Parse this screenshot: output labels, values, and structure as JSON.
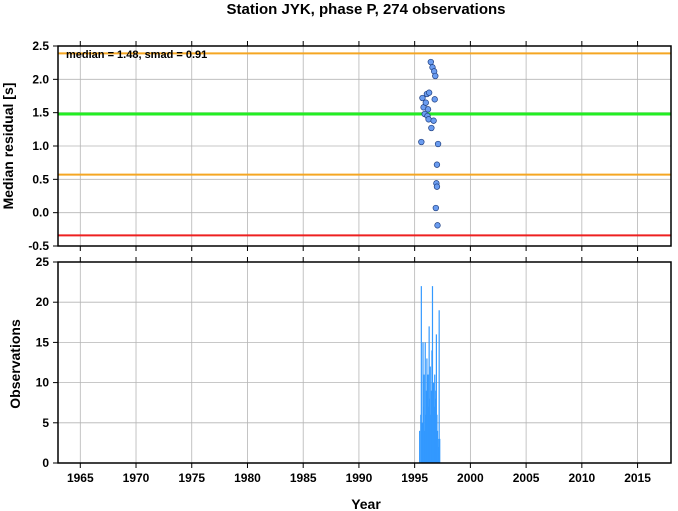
{
  "chart_data": {
    "title": "Station JYK, phase P, 274 observations",
    "xlabel": "Year",
    "xlim": [
      1963.0,
      2018.0
    ],
    "xticks": [
      "1965",
      "1970",
      "1975",
      "1980",
      "1985",
      "1990",
      "1995",
      "2000",
      "2005",
      "2010",
      "2015"
    ],
    "grid": true,
    "panels": [
      {
        "type": "scatter",
        "ylabel": "Median residual [s]",
        "ylim": [
          -0.5,
          2.5
        ],
        "yticks": [
          "-0.5",
          "0.0",
          "0.5",
          "1.0",
          "1.5",
          "2.0",
          "2.5"
        ],
        "annotation": "median = 1.48, smad = 0.91",
        "reference_lines": [
          {
            "y": 2.39,
            "color": "#f5a623"
          },
          {
            "y": 1.48,
            "color": "#22ee22"
          },
          {
            "y": 0.57,
            "color": "#f5a623"
          },
          {
            "y": -0.34,
            "color": "#ee2020"
          }
        ],
        "point_color": "#6a9cf0",
        "points": [
          {
            "x": 1995.7,
            "y": 1.72
          },
          {
            "x": 1995.8,
            "y": 1.58
          },
          {
            "x": 1995.9,
            "y": 1.48
          },
          {
            "x": 1996.0,
            "y": 1.65
          },
          {
            "x": 1996.1,
            "y": 1.78
          },
          {
            "x": 1996.15,
            "y": 1.45
          },
          {
            "x": 1996.2,
            "y": 1.55
          },
          {
            "x": 1996.25,
            "y": 1.4
          },
          {
            "x": 1996.3,
            "y": 1.8
          },
          {
            "x": 1995.6,
            "y": 1.06
          },
          {
            "x": 1996.45,
            "y": 2.26
          },
          {
            "x": 1996.6,
            "y": 2.18
          },
          {
            "x": 1996.75,
            "y": 2.12
          },
          {
            "x": 1996.85,
            "y": 2.05
          },
          {
            "x": 1996.5,
            "y": 1.27
          },
          {
            "x": 1996.7,
            "y": 1.38
          },
          {
            "x": 1996.8,
            "y": 1.7
          },
          {
            "x": 1997.1,
            "y": 1.03
          },
          {
            "x": 1997.0,
            "y": 0.72
          },
          {
            "x": 1996.95,
            "y": 0.44
          },
          {
            "x": 1997.0,
            "y": 0.39
          },
          {
            "x": 1996.9,
            "y": 0.07
          },
          {
            "x": 1997.05,
            "y": -0.19
          }
        ]
      },
      {
        "type": "bar",
        "ylabel": "Observations",
        "ylim": [
          0,
          25
        ],
        "yticks": [
          "0",
          "5",
          "10",
          "15",
          "20",
          "25"
        ],
        "bar_color": "#3399ff",
        "bars": [
          {
            "x": 1995.45,
            "y": 4
          },
          {
            "x": 1995.55,
            "y": 6
          },
          {
            "x": 1995.6,
            "y": 22
          },
          {
            "x": 1995.65,
            "y": 5
          },
          {
            "x": 1995.7,
            "y": 3
          },
          {
            "x": 1995.75,
            "y": 15
          },
          {
            "x": 1995.8,
            "y": 7
          },
          {
            "x": 1995.85,
            "y": 11
          },
          {
            "x": 1995.9,
            "y": 4
          },
          {
            "x": 1995.95,
            "y": 15
          },
          {
            "x": 1996.0,
            "y": 6
          },
          {
            "x": 1996.05,
            "y": 9
          },
          {
            "x": 1996.1,
            "y": 13
          },
          {
            "x": 1996.15,
            "y": 5
          },
          {
            "x": 1996.2,
            "y": 11
          },
          {
            "x": 1996.25,
            "y": 7
          },
          {
            "x": 1996.3,
            "y": 17
          },
          {
            "x": 1996.35,
            "y": 8
          },
          {
            "x": 1996.4,
            "y": 12
          },
          {
            "x": 1996.45,
            "y": 6
          },
          {
            "x": 1996.5,
            "y": 9
          },
          {
            "x": 1996.55,
            "y": 14
          },
          {
            "x": 1996.6,
            "y": 22
          },
          {
            "x": 1996.65,
            "y": 8
          },
          {
            "x": 1996.7,
            "y": 10
          },
          {
            "x": 1996.75,
            "y": 7
          },
          {
            "x": 1996.8,
            "y": 11
          },
          {
            "x": 1996.85,
            "y": 8
          },
          {
            "x": 1996.9,
            "y": 9
          },
          {
            "x": 1996.95,
            "y": 16
          },
          {
            "x": 1997.0,
            "y": 6
          },
          {
            "x": 1997.05,
            "y": 4
          },
          {
            "x": 1997.1,
            "y": 3
          },
          {
            "x": 1997.15,
            "y": 2
          },
          {
            "x": 1997.2,
            "y": 19
          },
          {
            "x": 1997.25,
            "y": 3
          }
        ]
      }
    ]
  }
}
